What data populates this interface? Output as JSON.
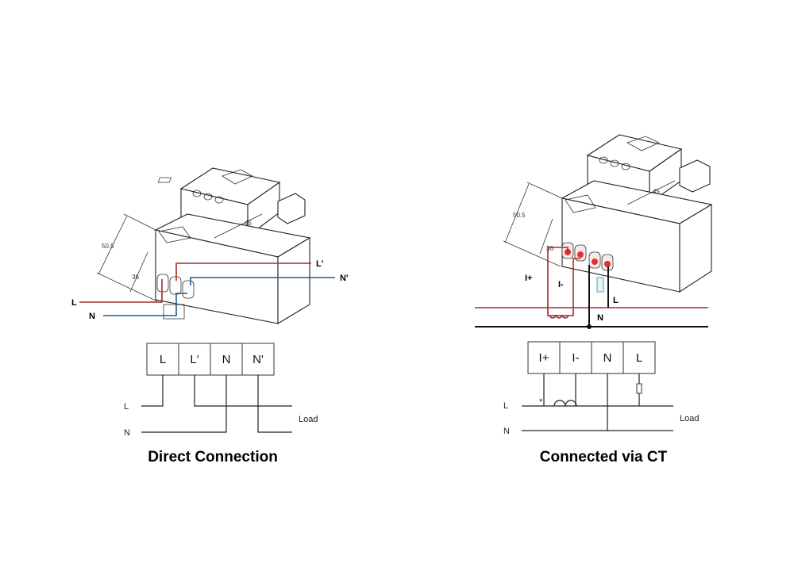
{
  "diagrams": [
    {
      "title": "Direct Connection",
      "dimensions": {
        "height": "50.5",
        "depth": "36",
        "width": "45"
      },
      "wire_labels": {
        "l_in": "L",
        "n_in": "N",
        "l_out": "L'",
        "n_out": "N'"
      },
      "terminals": [
        "L",
        "L'",
        "N",
        "N'"
      ],
      "schematic": {
        "line_l": "L",
        "line_n": "N",
        "load": "Load"
      }
    },
    {
      "title": "Connected via CT",
      "dimensions": {
        "height": "50.5",
        "depth": "36",
        "width": "45"
      },
      "wire_labels": {
        "i_plus": "I+",
        "i_minus": "I-",
        "l": "L",
        "n": "N"
      },
      "terminals": [
        "I+",
        "I-",
        "N",
        "L"
      ],
      "schematic": {
        "line_l": "L",
        "line_n": "N",
        "load": "Load",
        "ct_mark": "*"
      }
    }
  ],
  "colors": {
    "line_wire": "#a52a2a",
    "neutral_wire": "#1f5f8b",
    "terminal_red": "#e03030"
  }
}
